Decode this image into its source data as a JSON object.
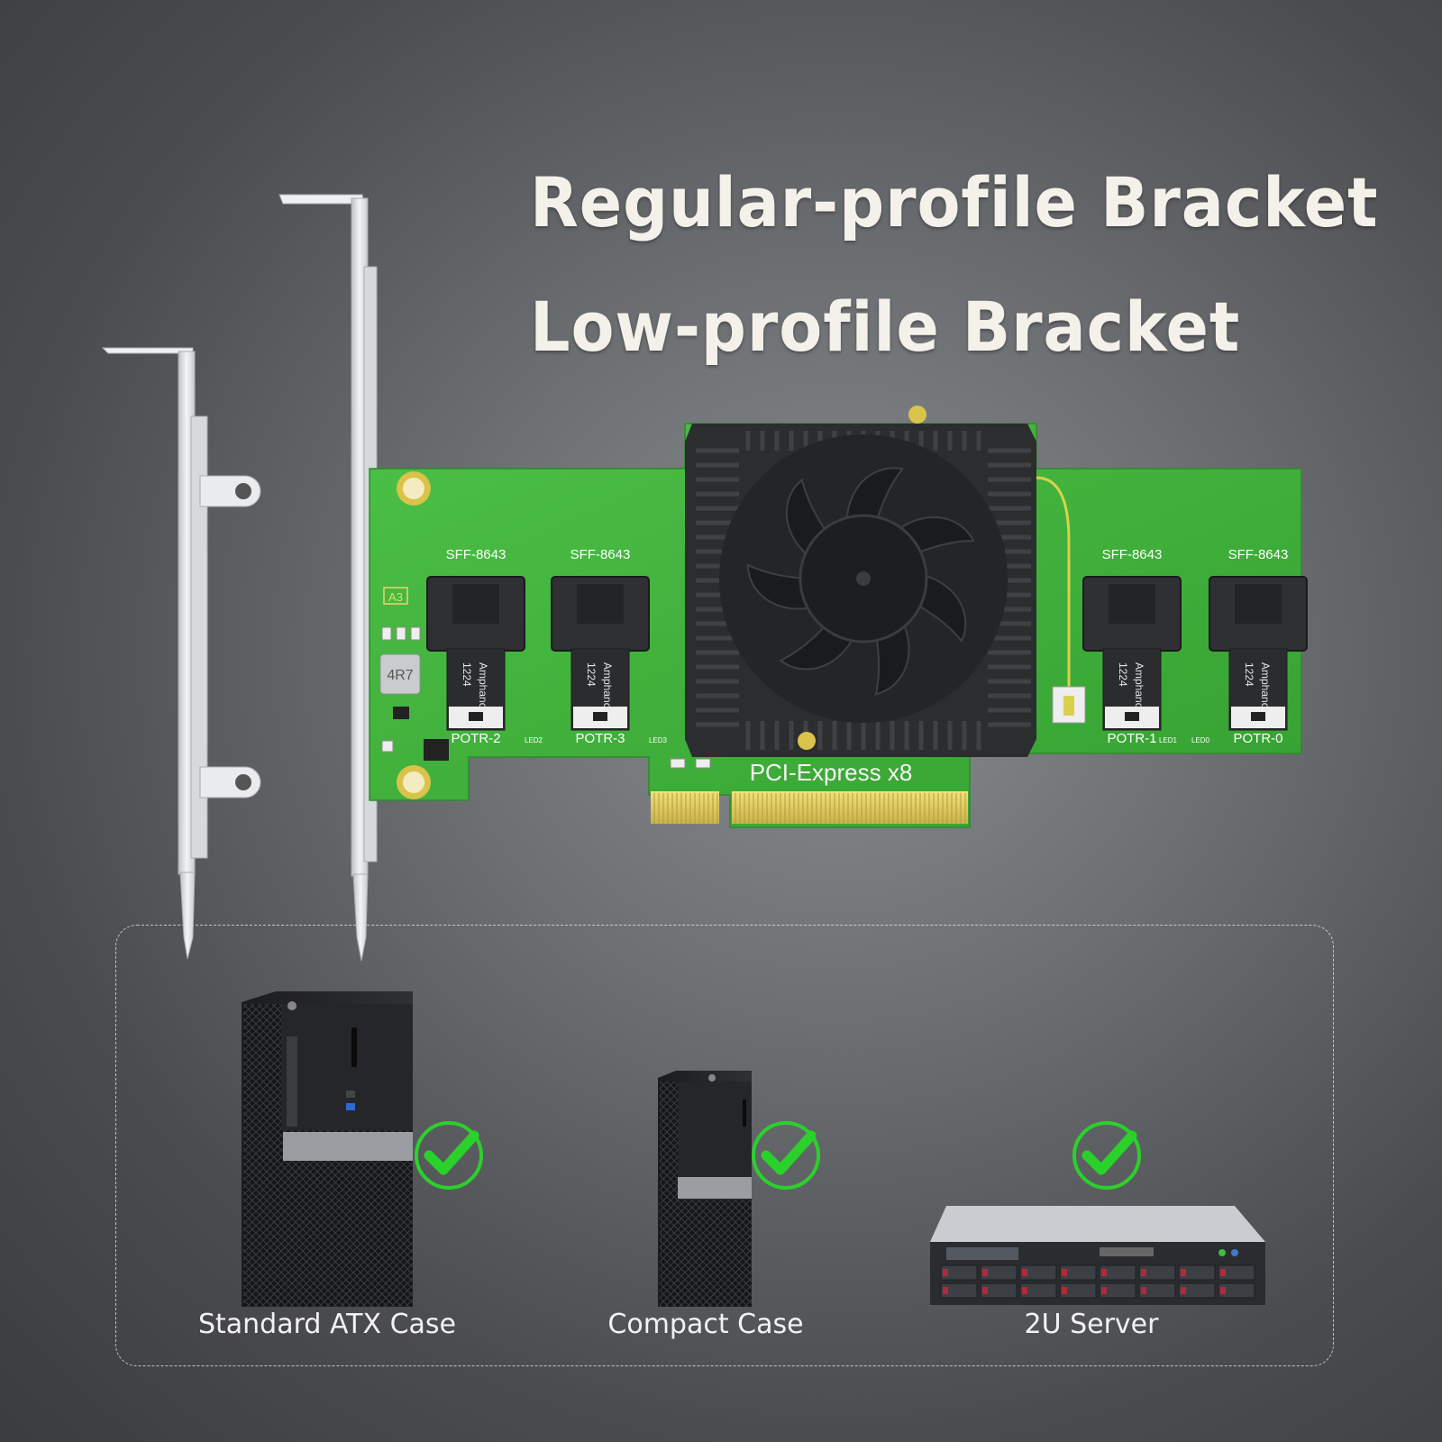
{
  "headline": {
    "regular": "Regular-profile Bracket",
    "low": "Low-profile Bracket"
  },
  "card": {
    "connector_type": "SFF-8643",
    "ports": [
      "POTR-2",
      "POTR-3",
      "POTR-1",
      "POTR-0"
    ],
    "connector_brand": "Amphanol",
    "connector_code": "1224",
    "interface_label": "PCI-Express x8",
    "inductor_label": "4R7",
    "silk_a3": "A3",
    "led_labels": [
      "LED2",
      "LED3",
      "LED1",
      "LED0"
    ]
  },
  "compatibility": [
    {
      "label": "Standard ATX Case",
      "supported": true
    },
    {
      "label": "Compact Case",
      "supported": true
    },
    {
      "label": "2U Server",
      "supported": true
    }
  ],
  "colors": {
    "pcb": "#3fae3a",
    "heatsink": "#2b2d2f",
    "check": "#2bd12b",
    "gold": "#e8d870",
    "bracket": "#e4e6e8"
  },
  "icons": [
    "check-icon",
    "fan-icon",
    "mounting-hole-icon"
  ]
}
